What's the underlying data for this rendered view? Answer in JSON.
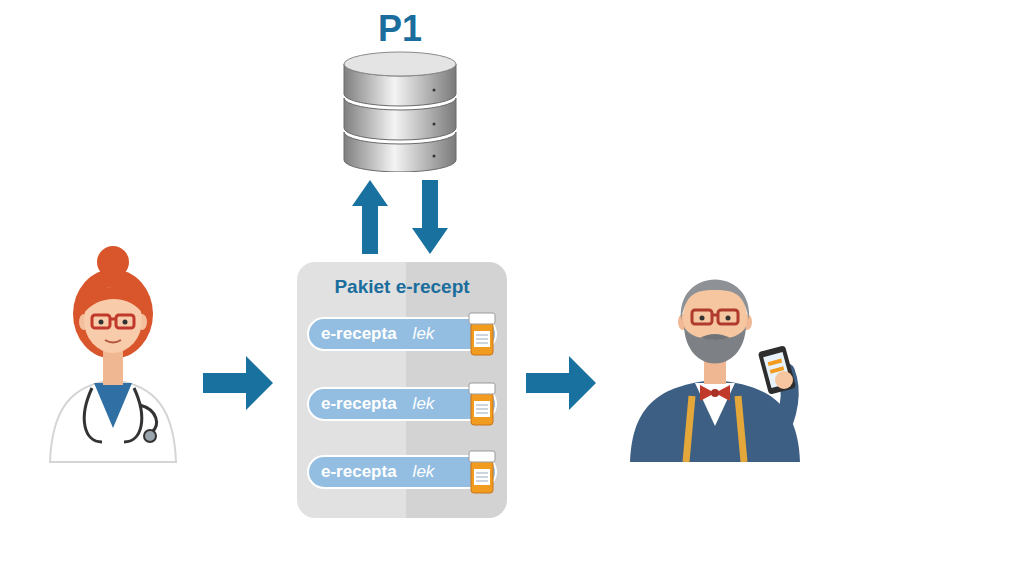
{
  "diagram": {
    "nodes": [
      {
        "text": [
          "P1"
        ]
      },
      {
        "text": [
          "Pakiet e-recept"
        ]
      },
      {
        "text": [
          "e-recepta",
          "lek"
        ],
        "in": 1
      },
      {
        "text": [
          "e-recepta",
          "lek"
        ],
        "in": 1
      },
      {
        "text": [
          "e-recepta",
          "lek"
        ],
        "in": 1
      }
    ],
    "edges": [
      {
        "from": 1,
        "to": 0,
        "arrow": "to"
      },
      {
        "from": 0,
        "to": 1,
        "arrow": "to"
      }
    ]
  }
}
